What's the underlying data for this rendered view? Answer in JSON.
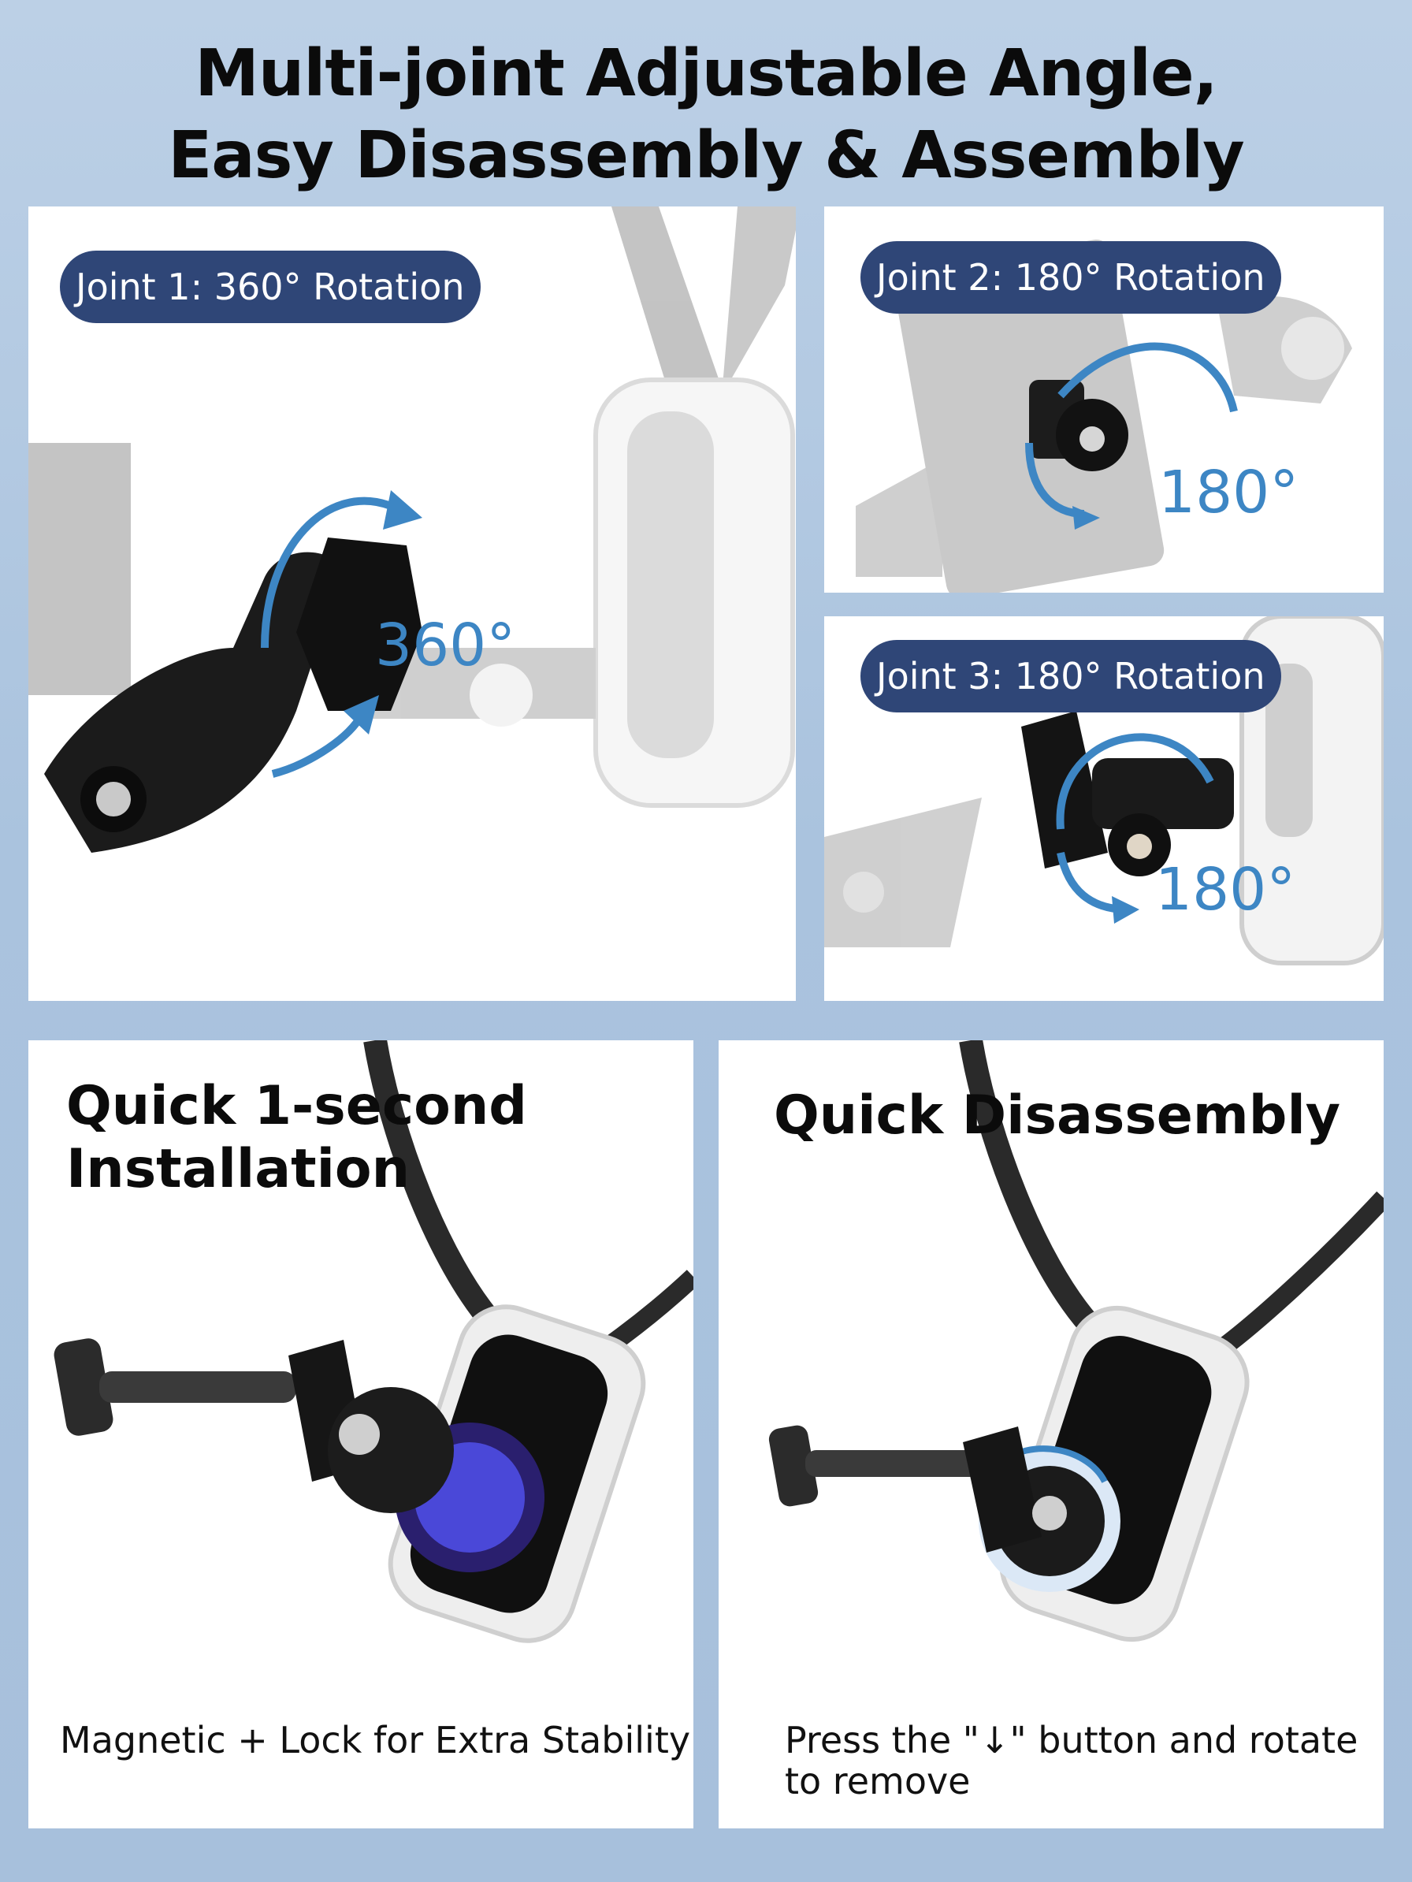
{
  "header": {
    "title_line1": "Multi-joint Adjustable Angle,",
    "title_line2": "Easy Disassembly & Assembly"
  },
  "joints": [
    {
      "label": "Joint 1: 360° Rotation",
      "angle": "360°"
    },
    {
      "label": "Joint 2: 180° Rotation",
      "angle": "180°"
    },
    {
      "label": "Joint 3: 180° Rotation",
      "angle": "180°"
    }
  ],
  "installation": {
    "heading_line1": "Quick 1-second",
    "heading_line2": "Installation",
    "caption": "Magnetic + Lock for Extra Stability"
  },
  "disassembly": {
    "heading": "Quick Disassembly",
    "caption_line1": "Press the \"↓\" button and rotate",
    "caption_line2": "to remove"
  },
  "colors": {
    "background": "#aac3de",
    "badge": "#2f4677",
    "arrow": "#3d86c4",
    "text": "#0b0b0b"
  }
}
